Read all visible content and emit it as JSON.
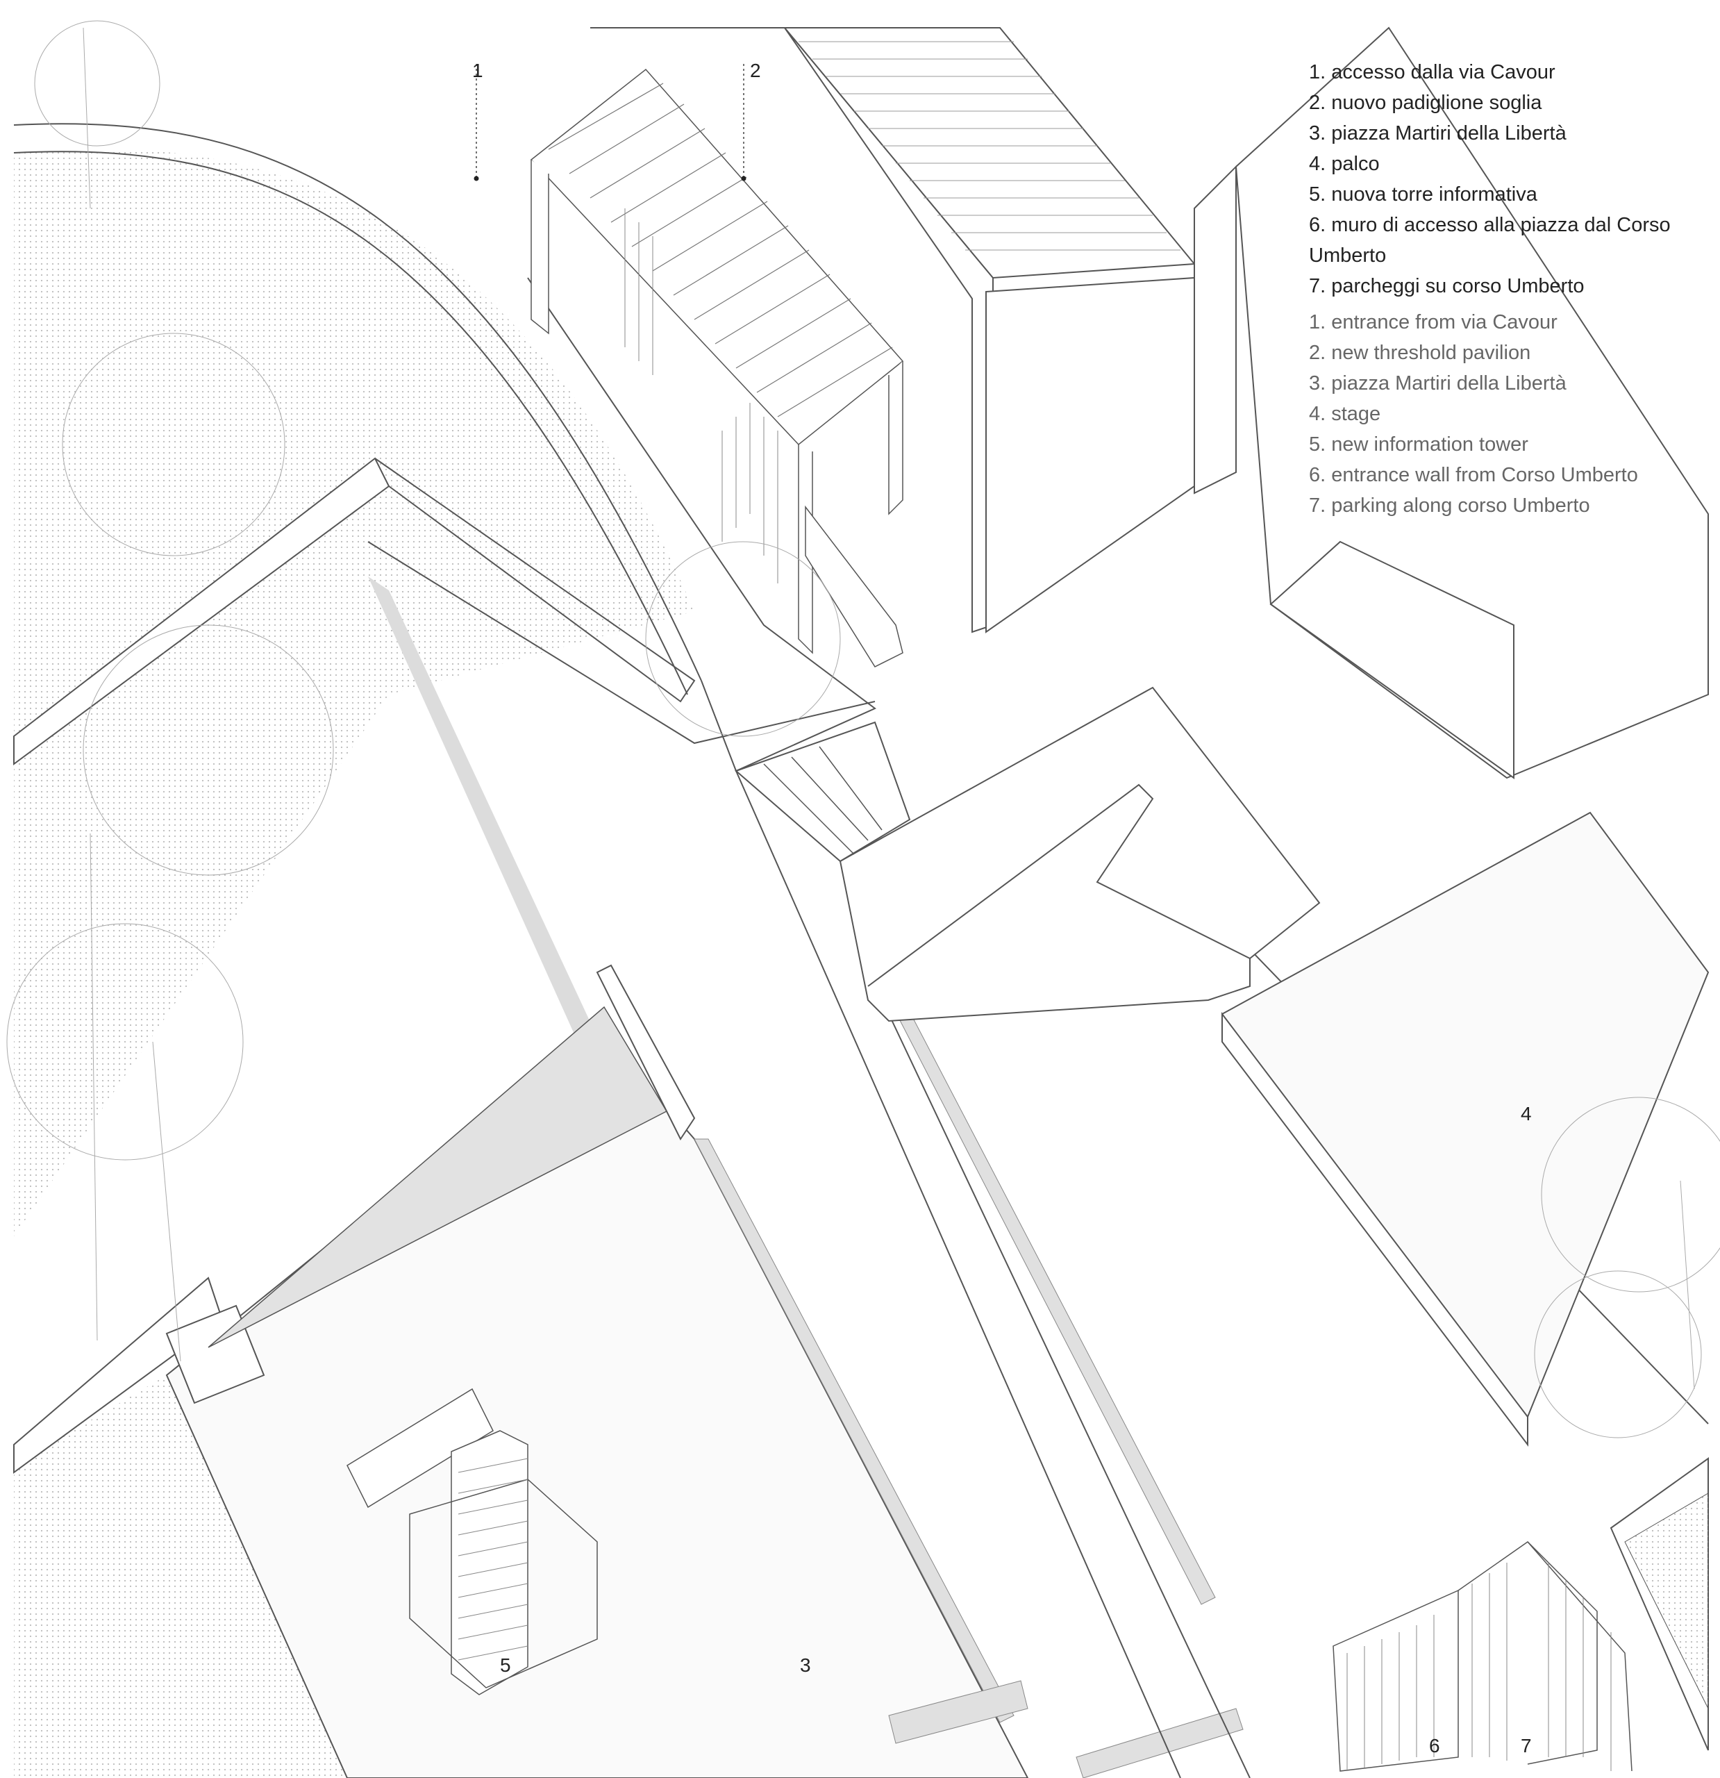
{
  "legend": {
    "italian": [
      "1. accesso dalla via Cavour",
      "2. nuovo padiglione soglia",
      "3. piazza Martiri della Libertà",
      "4. palco",
      "5. nuova torre informativa",
      "6. muro di accesso alla piazza dal Corso Umberto",
      "7. parcheggi su corso Umberto"
    ],
    "english": [
      "1. entrance from via Cavour",
      "2. new threshold pavilion",
      "3. piazza Martiri della Libertà",
      "4. stage",
      "5. new information tower",
      "6. entrance wall from Corso Umberto",
      "7. parking along corso Umberto"
    ]
  },
  "markers": {
    "m1": "1",
    "m2": "2",
    "m3": "3",
    "m4": "4",
    "m5": "5",
    "m6": "6",
    "m7": "7"
  },
  "colors": {
    "line": "#555555",
    "dot_fill": "#e4e4e4",
    "shade": "#d8d8d8",
    "text_it": "#222222",
    "text_en": "#666666"
  }
}
